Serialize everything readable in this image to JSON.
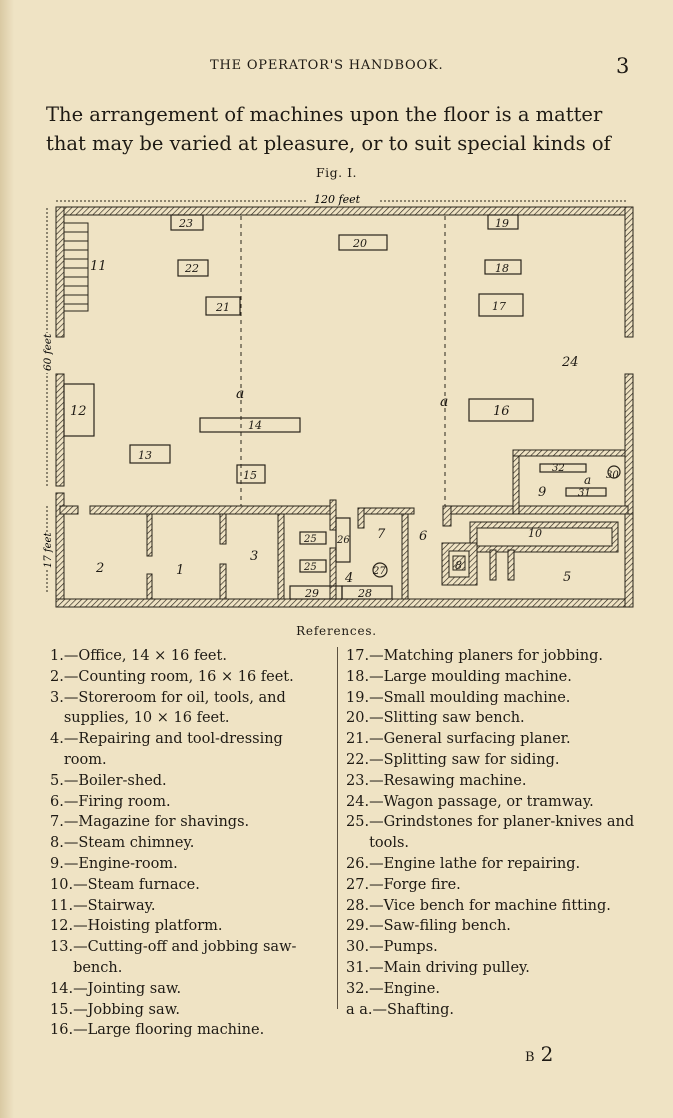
{
  "header": {
    "running_title": "THE OPERATOR'S HANDBOOK.",
    "page_number": "3"
  },
  "intro_lines": [
    "The arrangement of machines upon the floor is a matter",
    "that may be varied at pleasure, or to suit special kinds of"
  ],
  "figure": {
    "caption": "Fig. I.",
    "dimension_width": "120 feet",
    "dimension_height": "60 feet",
    "dimension_small": "17 feet",
    "shafting_label": "a",
    "numbers": [
      "1",
      "2",
      "3",
      "4",
      "5",
      "6",
      "7",
      "8",
      "9",
      "10",
      "11",
      "12",
      "13",
      "14",
      "15",
      "16",
      "17",
      "18",
      "19",
      "20",
      "21",
      "22",
      "23",
      "24",
      "25",
      "26",
      "27",
      "28",
      "29",
      "30",
      "31",
      "32"
    ]
  },
  "references": {
    "heading": "References.",
    "left": [
      {
        "num": "1.",
        "text": "—Office, 14 × 16 feet."
      },
      {
        "num": "2.",
        "text": "—Counting room, 16 × 16 feet."
      },
      {
        "num": "3.",
        "text": "—Storeroom for oil, tools, and supplies, 10 × 16 feet."
      },
      {
        "num": "4.",
        "text": "—Repairing and tool-dressing room."
      },
      {
        "num": "5.",
        "text": "—Boiler-shed."
      },
      {
        "num": "6.",
        "text": "—Firing room."
      },
      {
        "num": "7.",
        "text": "—Magazine for shavings."
      },
      {
        "num": "8.",
        "text": "—Steam chimney."
      },
      {
        "num": "9.",
        "text": "—Engine-room."
      },
      {
        "num": "10.",
        "text": "—Steam furnace."
      },
      {
        "num": "11.",
        "text": "—Stairway."
      },
      {
        "num": "12.",
        "text": "—Hoisting platform."
      },
      {
        "num": "13.",
        "text": "—Cutting-off and jobbing saw-bench."
      },
      {
        "num": "14.",
        "text": "—Jointing saw."
      },
      {
        "num": "15.",
        "text": "—Jobbing saw."
      },
      {
        "num": "16.",
        "text": "—Large flooring machine."
      }
    ],
    "right": [
      {
        "num": "17.",
        "text": "—Matching planers for jobbing."
      },
      {
        "num": "18.",
        "text": "—Large moulding machine."
      },
      {
        "num": "19.",
        "text": "—Small moulding machine."
      },
      {
        "num": "20.",
        "text": "—Slitting saw bench."
      },
      {
        "num": "21.",
        "text": "—General surfacing planer."
      },
      {
        "num": "22.",
        "text": "—Splitting saw for siding."
      },
      {
        "num": "23.",
        "text": "—Resawing machine."
      },
      {
        "num": "24.",
        "text": "—Wagon passage, or tramway."
      },
      {
        "num": "25.",
        "text": "—Grindstones for planer-knives and tools."
      },
      {
        "num": "26.",
        "text": "—Engine lathe for repairing."
      },
      {
        "num": "27.",
        "text": "—Forge fire."
      },
      {
        "num": "28.",
        "text": "—Vice bench for machine fitting."
      },
      {
        "num": "29.",
        "text": "—Saw-filing bench."
      },
      {
        "num": "30.",
        "text": "—Pumps."
      },
      {
        "num": "31.",
        "text": "—Main driving pulley."
      },
      {
        "num": "32.",
        "text": "—Engine."
      },
      {
        "num": "a a.",
        "text": "—Shafting."
      }
    ]
  },
  "signature": {
    "letter": "B",
    "number": "2"
  }
}
